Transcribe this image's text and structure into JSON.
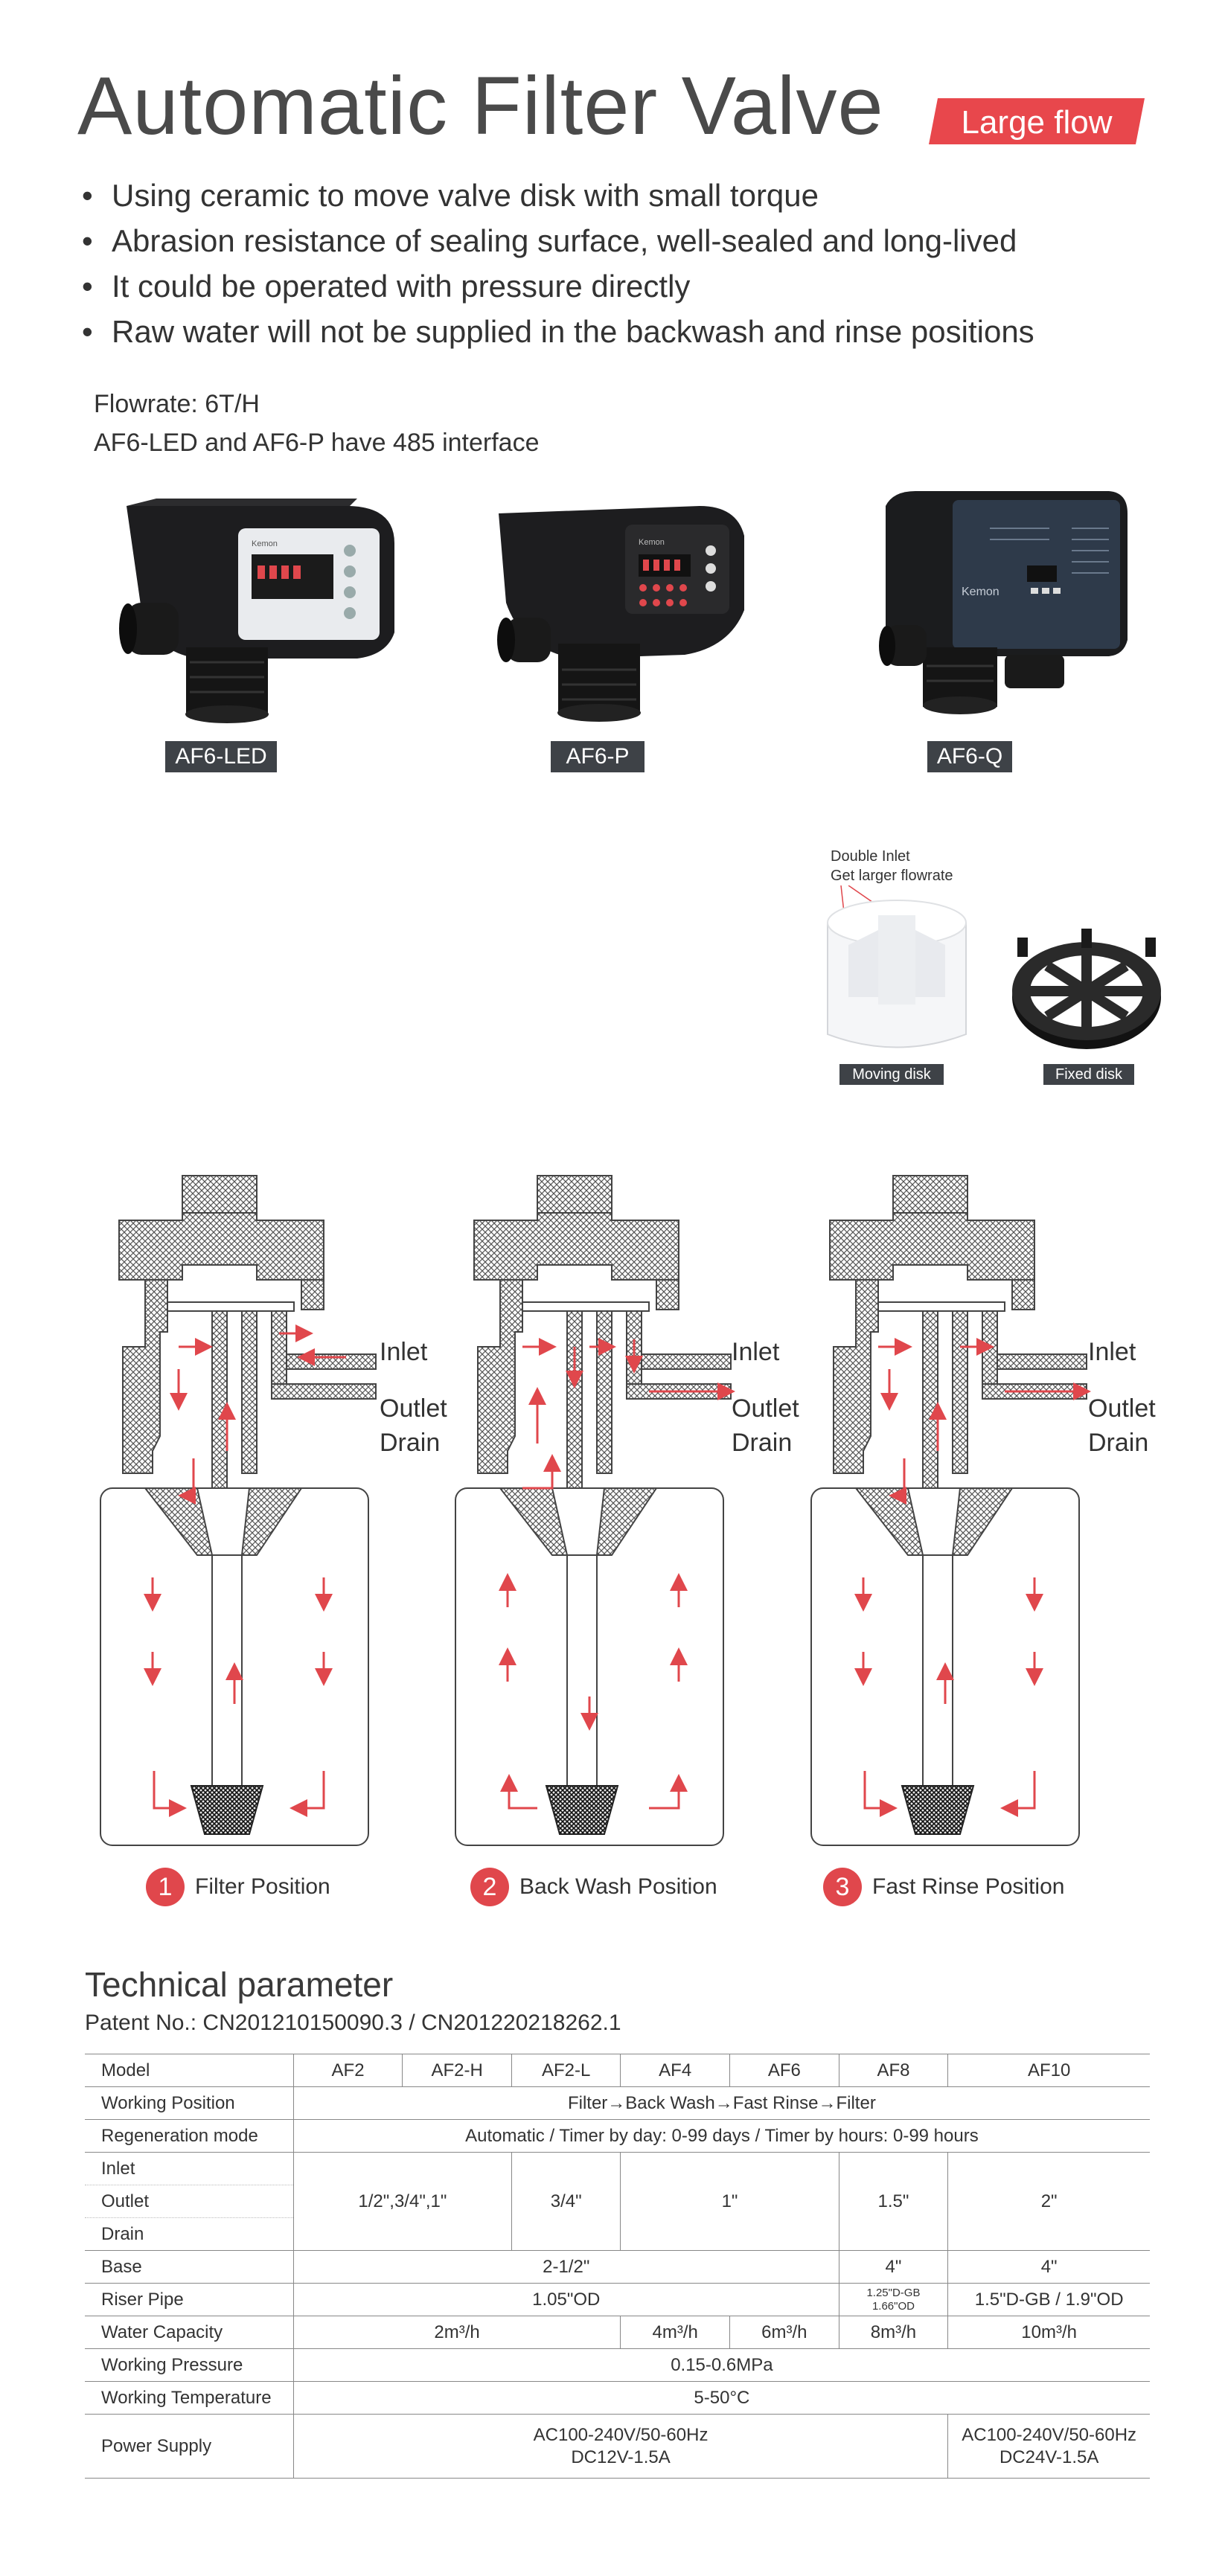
{
  "header": {
    "title": "Automatic Filter Valve",
    "tag": "Large flow",
    "tag_color": "#e8474c"
  },
  "features": [
    "Using ceramic to move valve disk with small torque",
    "Abrasion resistance of sealing surface, well-sealed and long-lived",
    "It could be operated with pressure directly",
    "Raw water will not be supplied in the backwash and rinse positions"
  ],
  "info": {
    "flowrate": "Flowrate: 6T/H",
    "interface": "AF6-LED and AF6-P have 485 interface"
  },
  "products": [
    {
      "label": "AF6-LED",
      "brand": "Kemon"
    },
    {
      "label": "AF6-P",
      "brand": "Kemon"
    },
    {
      "label": "AF6-Q",
      "brand": "Kemon"
    }
  ],
  "disks": {
    "note_line1": "Double Inlet",
    "note_line2": "Get larger flowrate",
    "moving": "Moving disk",
    "fixed": "Fixed disk"
  },
  "positions": [
    {
      "number": "1",
      "label": "Filter Position"
    },
    {
      "number": "2",
      "label": "Back Wash Position"
    },
    {
      "number": "3",
      "label": "Fast Rinse Position"
    }
  ],
  "port_labels": {
    "inlet": "Inlet",
    "outlet": "Outlet",
    "drain": "Drain"
  },
  "accent_red": "#e8474c",
  "technical": {
    "title": "Technical parameter",
    "patent": "Patent No.: CN201210150090.3 / CN201220218262.1",
    "rows": {
      "model": {
        "label": "Model",
        "values": [
          "AF2",
          "AF2-H",
          "AF2-L",
          "AF4",
          "AF6",
          "AF8",
          "AF10"
        ]
      },
      "working_position": {
        "label": "Working Position",
        "value": "Filter→Back Wash→Fast Rinse→Filter"
      },
      "regeneration": {
        "label": "Regeneration mode",
        "value": "Automatic / Timer by day: 0-99 days / Timer by hours: 0-99 hours"
      },
      "ports": {
        "labels": [
          "Inlet",
          "Outlet",
          "Drain"
        ],
        "values": [
          "1/2\",3/4\",1\"",
          "3/4\"",
          "1\"",
          "1.5\"",
          "2\""
        ]
      },
      "base": {
        "label": "Base",
        "values": [
          "2-1/2\"",
          "4\"",
          "4\""
        ]
      },
      "riser": {
        "label": "Riser Pipe",
        "value_main": "1.05\"OD",
        "value_af8_line1": "1.25\"D-GB",
        "value_af8_line2": "1.66\"OD",
        "value_af10": "1.5\"D-GB / 1.9\"OD"
      },
      "capacity": {
        "label": "Water Capacity",
        "values": [
          "2m³/h",
          "4m³/h",
          "6m³/h",
          "8m³/h",
          "10m³/h"
        ]
      },
      "pressure": {
        "label": "Working Pressure",
        "value": "0.15-0.6MPa"
      },
      "temperature": {
        "label": "Working Temperature",
        "value": "5-50°C"
      },
      "power": {
        "label": "Power Supply",
        "main_line1": "AC100-240V/50-60Hz",
        "main_line2": "DC12V-1.5A",
        "af10_line1": "AC100-240V/50-60Hz",
        "af10_line2": "DC24V-1.5A"
      }
    }
  }
}
